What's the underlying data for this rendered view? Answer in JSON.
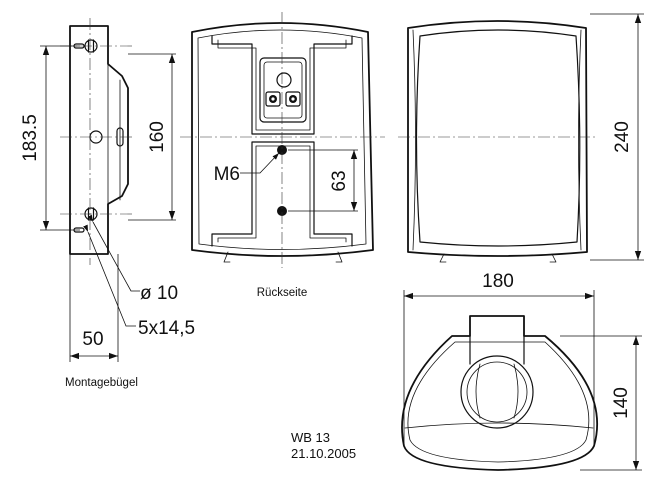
{
  "dimensions": {
    "bracket_hole_spacing": "183.5",
    "bracket_height": "160",
    "bracket_width": "50",
    "hole_diameter": "ø 10",
    "slot_size": "5x14,5",
    "thread": "M6",
    "thread_spacing": "63",
    "height": "240",
    "width": "180",
    "depth": "140"
  },
  "labels": {
    "bracket": "Montagebügel",
    "back": "Rückseite"
  },
  "title_block": {
    "model": "WB 13",
    "date": "21.10.2005"
  },
  "colors": {
    "line": "#111111",
    "background": "#ffffff"
  }
}
